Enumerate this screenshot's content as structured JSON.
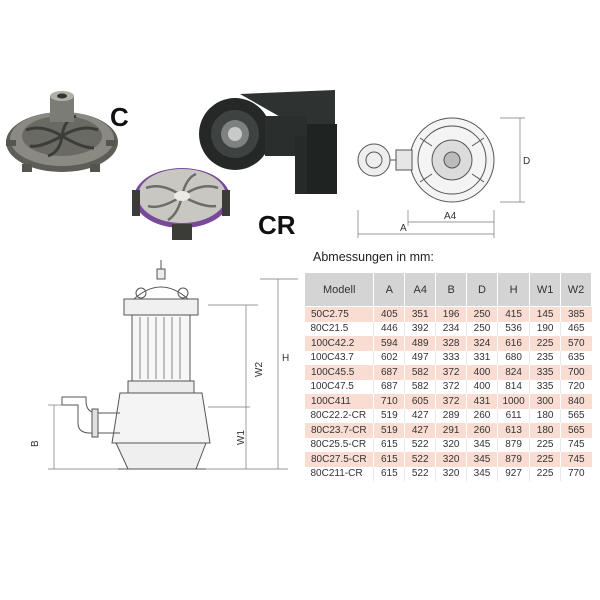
{
  "labels": {
    "impeller_c": "C",
    "impeller_cr": "CR"
  },
  "top_view_dims": {
    "d": "D",
    "a4": "A4",
    "a": "A"
  },
  "side_view_dims": {
    "b": "B",
    "w1": "W1",
    "w2": "W2",
    "h": "H"
  },
  "table": {
    "title": "Abmessungen in mm:",
    "headers": [
      "Modell",
      "A",
      "A4",
      "B",
      "D",
      "H",
      "W1",
      "W2"
    ],
    "rows": [
      [
        "50C2.75",
        "405",
        "351",
        "196",
        "250",
        "415",
        "145",
        "385"
      ],
      [
        "80C21.5",
        "446",
        "392",
        "234",
        "250",
        "536",
        "190",
        "465"
      ],
      [
        "100C42.2",
        "594",
        "489",
        "328",
        "324",
        "616",
        "225",
        "570"
      ],
      [
        "100C43.7",
        "602",
        "497",
        "333",
        "331",
        "680",
        "235",
        "635"
      ],
      [
        "100C45.5",
        "687",
        "582",
        "372",
        "400",
        "824",
        "335",
        "700"
      ],
      [
        "100C47.5",
        "687",
        "582",
        "372",
        "400",
        "814",
        "335",
        "720"
      ],
      [
        "100C411",
        "710",
        "605",
        "372",
        "431",
        "1000",
        "300",
        "840"
      ],
      [
        "80C22.2-CR",
        "519",
        "427",
        "289",
        "260",
        "611",
        "180",
        "565"
      ],
      [
        "80C23.7-CR",
        "519",
        "427",
        "291",
        "260",
        "613",
        "180",
        "565"
      ],
      [
        "80C25.5-CR",
        "615",
        "522",
        "320",
        "345",
        "879",
        "225",
        "745"
      ],
      [
        "80C27.5-CR",
        "615",
        "522",
        "320",
        "345",
        "879",
        "225",
        "745"
      ],
      [
        "80C211-CR",
        "615",
        "522",
        "320",
        "345",
        "927",
        "225",
        "770"
      ]
    ],
    "row_styles": [
      "pink",
      "white",
      "pink",
      "white",
      "pink",
      "white",
      "pink",
      "white",
      "pink",
      "white",
      "pink",
      "white"
    ]
  },
  "colors": {
    "header_bg": "#d4d4d4",
    "row_highlight": "#f9ddd3",
    "impeller_accent": "#7a4a9a"
  }
}
